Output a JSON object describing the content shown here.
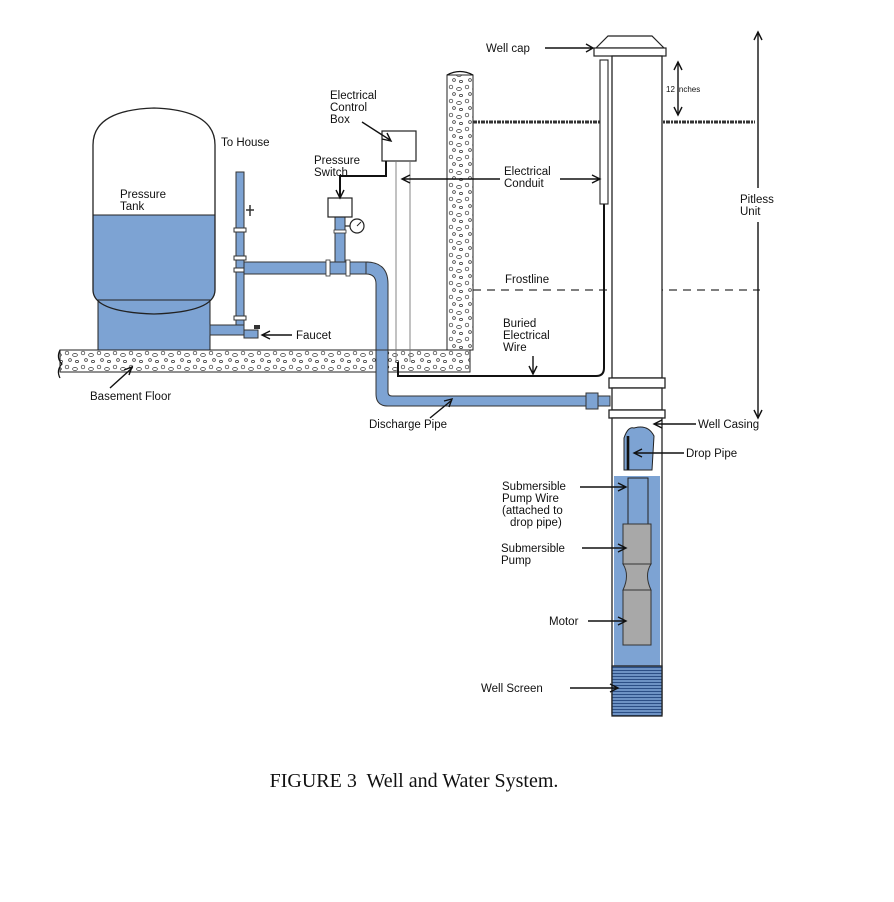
{
  "labels": {
    "well_cap": "Well cap",
    "twelve_inches": "12 inches",
    "electrical_control_box": [
      "Electrical",
      "Control",
      "Box"
    ],
    "to_house": "To House",
    "pressure_switch": [
      "Pressure",
      "Switch"
    ],
    "pressure_tank": [
      "Pressure",
      "Tank"
    ],
    "electrical_conduit": [
      "Electrical",
      "Conduit"
    ],
    "pitless_unit": [
      "Pitless",
      "Unit"
    ],
    "frostline": "Frostline",
    "buried_electrical_wire": [
      "Buried",
      "Electrical",
      "Wire"
    ],
    "faucet": "Faucet",
    "basement_floor": "Basement Floor",
    "discharge_pipe": "Discharge Pipe",
    "well_casing": "Well Casing",
    "drop_pipe": "Drop Pipe",
    "submersible_pump_wire": [
      "Submersible",
      "Pump Wire",
      "(attached to",
      "drop pipe)"
    ],
    "submersible_pump": [
      "Submersible",
      "Pump"
    ],
    "motor": "Motor",
    "well_screen": "Well Screen"
  },
  "caption": "FIGURE 3  Well and Water System.",
  "colors": {
    "water": "#7da3d3",
    "pump": "#a8a8a8",
    "screen": "#3a5f9a",
    "ink": "#111111"
  }
}
